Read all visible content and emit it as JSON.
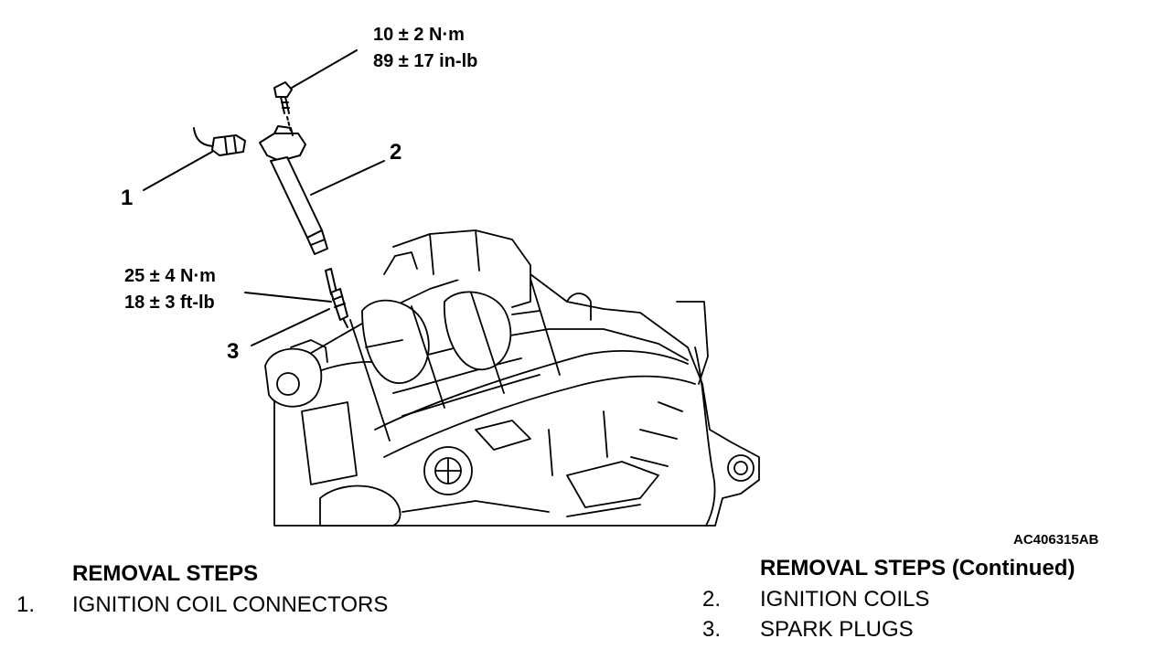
{
  "diagram": {
    "callouts": [
      {
        "number": "1",
        "part": "ignition-coil-connector"
      },
      {
        "number": "2",
        "part": "ignition-coil"
      },
      {
        "number": "3",
        "part": "spark-plug"
      }
    ],
    "torque_bolt": {
      "line1": "10 ± 2 N·m",
      "line2": "89 ± 17 in-lb"
    },
    "torque_plug": {
      "line1": "25 ± 4 N·m",
      "line2": "18 ± 3 ft-lb"
    },
    "figure_code": "AC406315AB"
  },
  "steps_left": {
    "title": "REMOVAL STEPS",
    "items": [
      {
        "num": "1.",
        "text": "IGNITION COIL CONNECTORS"
      }
    ]
  },
  "steps_right": {
    "title": "REMOVAL STEPS (Continued)",
    "items": [
      {
        "num": "2.",
        "text": "IGNITION COILS"
      },
      {
        "num": "3.",
        "text": "SPARK PLUGS"
      }
    ]
  }
}
